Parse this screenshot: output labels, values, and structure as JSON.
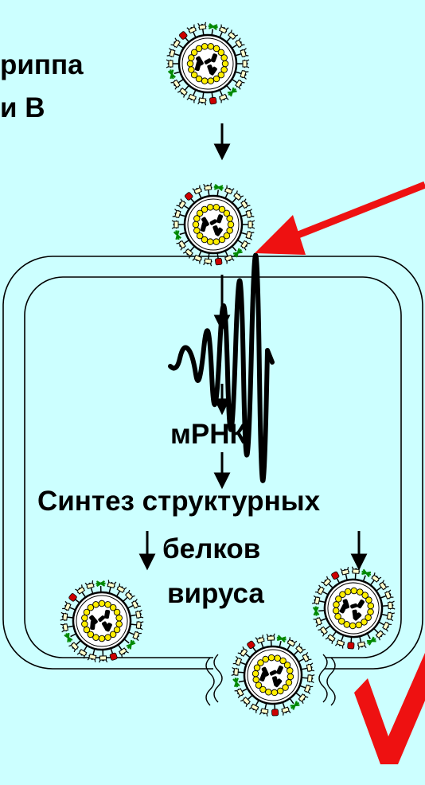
{
  "title": {
    "line1": "риппа",
    "line2": "и В"
  },
  "steps": {
    "mrna": "мРНК",
    "synthesis": "Синтез структурных",
    "proteins": "белков",
    "virus": "вируса"
  },
  "colors": {
    "background": "#ccffff",
    "red_arrow": "#ee1111",
    "envelope": "#000000",
    "capsid_dot": "#ffee00",
    "spike_ha": "#ffffcc",
    "spike_na": "#008800",
    "spike_m2": "#cc0000",
    "membrane": "#ffffff"
  },
  "icons": [
    "virion-icon",
    "rna-helix-icon",
    "down-arrow-icon",
    "red-arrow-icon",
    "red-check-icon"
  ]
}
